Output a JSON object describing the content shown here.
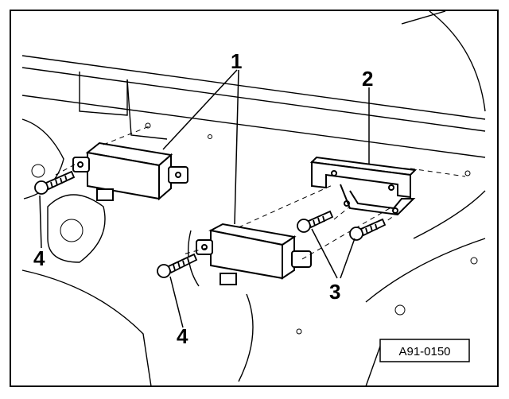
{
  "diagram": {
    "reference_code": "A91-0150",
    "callouts": [
      {
        "id": "1",
        "label": "1"
      },
      {
        "id": "1b",
        "label": "1"
      },
      {
        "id": "2",
        "label": "2"
      },
      {
        "id": "3",
        "label": "3"
      },
      {
        "id": "4a",
        "label": "4"
      },
      {
        "id": "4b",
        "label": "4"
      }
    ]
  }
}
